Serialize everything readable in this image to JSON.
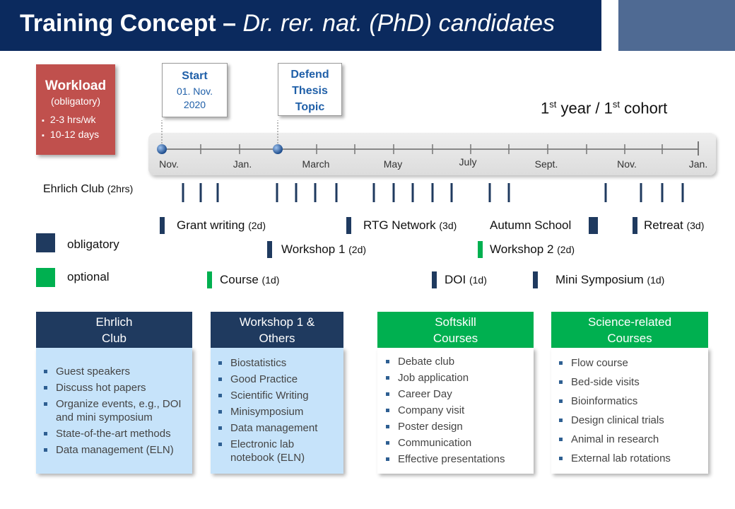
{
  "header": {
    "title_bold": "Training Concept – ",
    "title_italic": "Dr. rer. nat. (PhD)  candidates"
  },
  "workload": {
    "title": "Workload",
    "subtitle": "(obligatory)",
    "items": [
      "2-3 hrs/wk",
      "10-12 days"
    ]
  },
  "milestones": {
    "start": {
      "title": "Start",
      "date_line1": "01. Nov.",
      "date_line2": "2020"
    },
    "defend": {
      "line1": "Defend",
      "line2": "Thesis",
      "line3": "Topic"
    }
  },
  "cohort": {
    "year_num": "1",
    "year_sup": "st",
    "mid": " year / ",
    "cohort_num": "1",
    "cohort_sup": "st",
    "cohort_word": " cohort"
  },
  "timeline": {
    "months": [
      "Nov.",
      "Jan.",
      "March",
      "May",
      "July",
      "Sept.",
      "Nov.",
      "Jan."
    ]
  },
  "ehrlich_club": {
    "label": "Ehrlich Club",
    "note": "(2hrs)"
  },
  "events": [
    {
      "name": "Grant writing",
      "dur": "(2d)",
      "type": "obligatory"
    },
    {
      "name": "RTG Network",
      "dur": "(3d)",
      "type": "obligatory"
    },
    {
      "name": "Autumn School",
      "dur": "",
      "type": "obligatory"
    },
    {
      "name": "Retreat",
      "dur": "(3d)",
      "type": "obligatory"
    },
    {
      "name": "Workshop 1",
      "dur": "(2d)",
      "type": "obligatory"
    },
    {
      "name": "Workshop 2",
      "dur": "(2d)",
      "type": "optional"
    },
    {
      "name": "Course",
      "dur": "(1d)",
      "type": "optional"
    },
    {
      "name": "DOI",
      "dur": "(1d)",
      "type": "obligatory"
    },
    {
      "name": "Mini Symposium",
      "dur": "(1d)",
      "type": "obligatory"
    }
  ],
  "legend": {
    "obligatory": "obligatory",
    "optional": "optional"
  },
  "colors": {
    "obligatory": "#1f3a5f",
    "optional": "#00b050",
    "header": "#0b2a5e",
    "workload": "#c0504d",
    "panel_light": "#c6e3fa"
  },
  "panels": [
    {
      "title_line1": "Ehrlich",
      "title_line2": "Club",
      "items": [
        "Guest speakers",
        "Discuss hot papers",
        "Organize events, e.g., DOI and mini symposium",
        "State-of-the-art  methods",
        "Data management  (ELN)"
      ]
    },
    {
      "title_line1": "Workshop 1 &",
      "title_line2": "Others",
      "items": [
        "Biostatistics",
        "Good Practice",
        "Scientific Writing",
        "Minisymposium",
        "Data management",
        "Electronic lab notebook (ELN)"
      ]
    },
    {
      "title_line1": "Softskill",
      "title_line2": "Courses",
      "items": [
        "Debate club",
        "Job application",
        "Career Day",
        "Company visit",
        "Poster design",
        "Communication",
        "Effective presentations"
      ]
    },
    {
      "title_line1": "Science-related",
      "title_line2": "Courses",
      "items": [
        "Flow course",
        "Bed-side visits",
        "Bioinformatics",
        "Design clinical trials",
        "Animal in research",
        "External lab rotations"
      ]
    }
  ]
}
